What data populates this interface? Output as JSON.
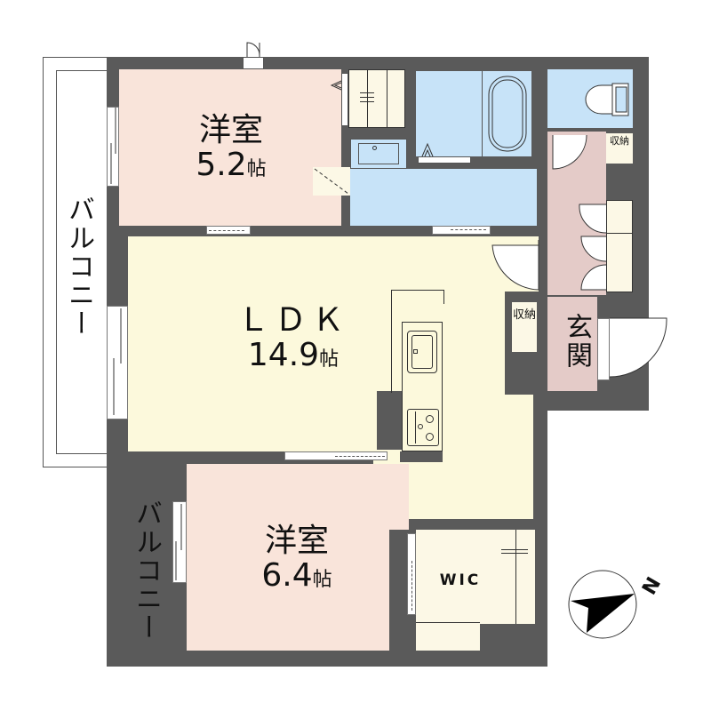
{
  "floor_plan": {
    "rooms": [
      {
        "id": "western-room-1",
        "name": "洋室",
        "area": "5.2",
        "unit": "帖"
      },
      {
        "id": "ldk",
        "name": "ＬＤＫ",
        "area": "14.9",
        "unit": "帖"
      },
      {
        "id": "western-room-2",
        "name": "洋室",
        "area": "6.4",
        "unit": "帖"
      },
      {
        "id": "wic",
        "name": "WIC"
      },
      {
        "id": "entrance",
        "name": "玄関"
      },
      {
        "id": "storage-1",
        "name": "収納"
      },
      {
        "id": "storage-2",
        "name": "収納"
      }
    ],
    "balconies": [
      {
        "id": "balcony-upper",
        "name": "バルコニー"
      },
      {
        "id": "balcony-lower",
        "name": "バルコニー"
      }
    ],
    "compass": {
      "label": "N"
    },
    "colors": {
      "wall": "#5a5a5a",
      "western_room": "#f9e4da",
      "ldk": "#fcf9dc",
      "wet_area": "#c7e3f8",
      "hallway": "#e4cbc8",
      "closet": "#fcf8e6"
    }
  }
}
